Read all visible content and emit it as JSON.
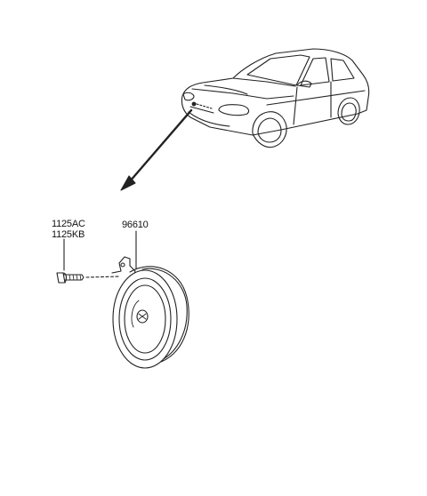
{
  "diagram": {
    "parts": [
      {
        "part_number": "96610",
        "component": "horn"
      },
      {
        "part_number": "1125AC",
        "component": "bolt"
      },
      {
        "part_number": "1125KB",
        "component": "bolt"
      }
    ]
  },
  "colors": {
    "line": "#222222",
    "fill": "#ffffff"
  }
}
